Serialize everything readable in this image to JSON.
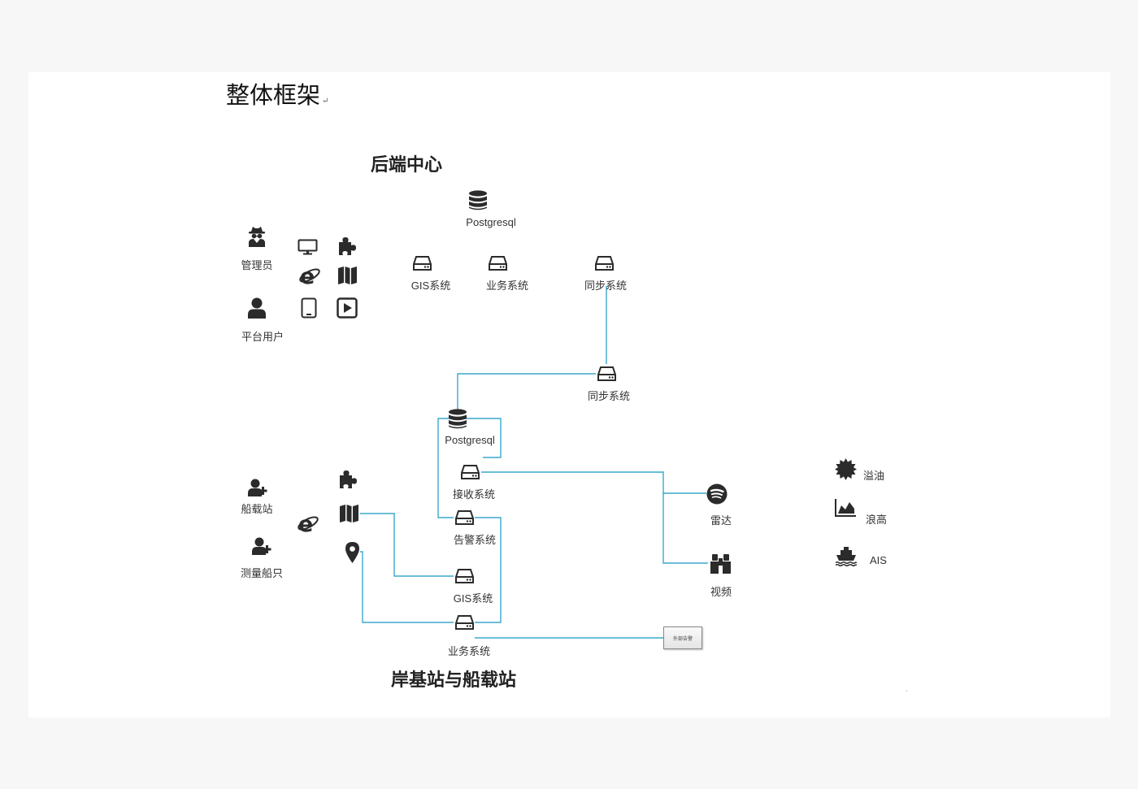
{
  "doc_title": "整体框架",
  "colors": {
    "wire": "#3aa8cc",
    "icon": "#2b2b2b",
    "page": "#ffffff",
    "background": "#f7f7f7"
  },
  "backend": {
    "title": "后端中心",
    "db_label": "Postgresql",
    "services": [
      "GIS系统",
      "业务系统",
      "同步系统"
    ]
  },
  "users": {
    "admin": "管理员",
    "platform_user": "平台用户"
  },
  "middle": {
    "sync_label": "同步系统"
  },
  "shore": {
    "title": "岸基站与船载站",
    "db_label": "Postgresql",
    "receive_label": "接收系统",
    "alarm_label": "告警系统",
    "gis_label": "GIS系统",
    "business_label": "业务系统",
    "external_alarm": "外部告警",
    "ship_station": "船载站",
    "survey_ship": "测量船只"
  },
  "sensors": {
    "radar": "雷达",
    "video": "视频"
  },
  "legend": {
    "oil": "溢油",
    "wave": "浪高",
    "ais": "AIS"
  }
}
